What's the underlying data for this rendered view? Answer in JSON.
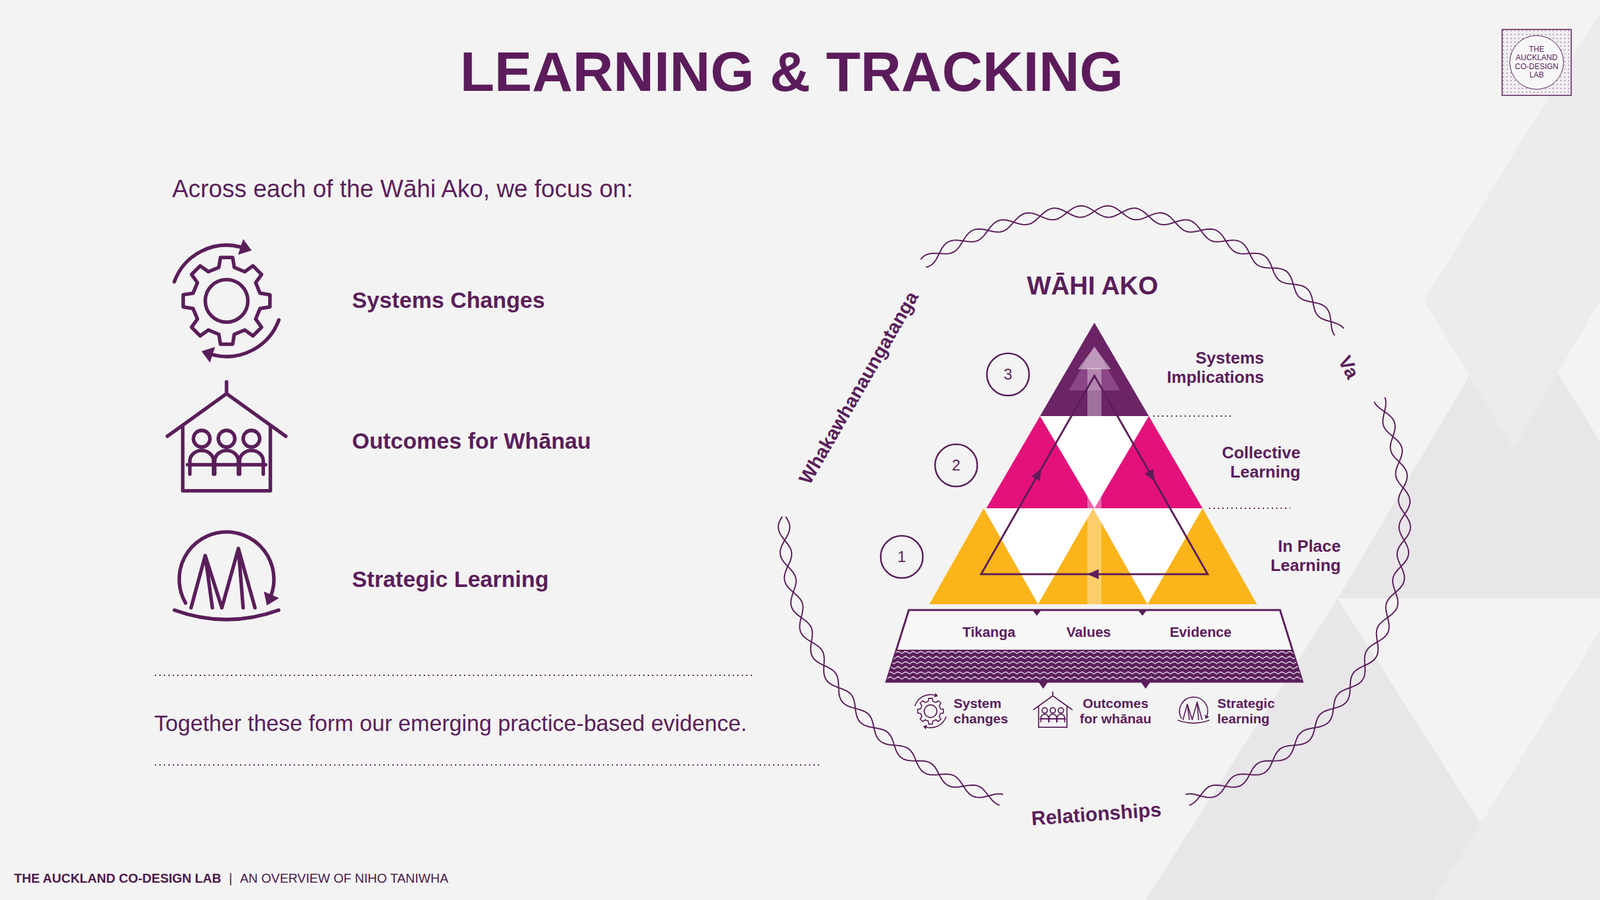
{
  "diagram": {
    "title": "LEARNING & TRACKING",
    "nodes": [
      {
        "text": [
          "THE AUCKLAND CO-DESIGN LAB"
        ]
      },
      {
        "text": [
          "3"
        ]
      },
      {
        "text": [
          "2"
        ]
      },
      {
        "text": [
          "1"
        ]
      },
      {
        "text": [
          "Tikanga",
          "Values",
          "Evidence"
        ]
      }
    ],
    "labels": [
      "Across each of the Wāhi Ako, we focus on:",
      "Systems Changes",
      "Outcomes for Whānau",
      "Strategic Learning",
      "Together these form our emerging practice-based evidence.",
      "WĀHI AKO",
      "Whakawhanaungatanga",
      "Va",
      "Relationships",
      "Systems Implications",
      "Collective Learning",
      "In Place Learning",
      "System changes",
      "Outcomes for whānau",
      "Strategic learning",
      "THE AUCKLAND CO-DESIGN LAB",
      "|",
      "AN OVERVIEW OF NIHO TANIWHA"
    ]
  }
}
